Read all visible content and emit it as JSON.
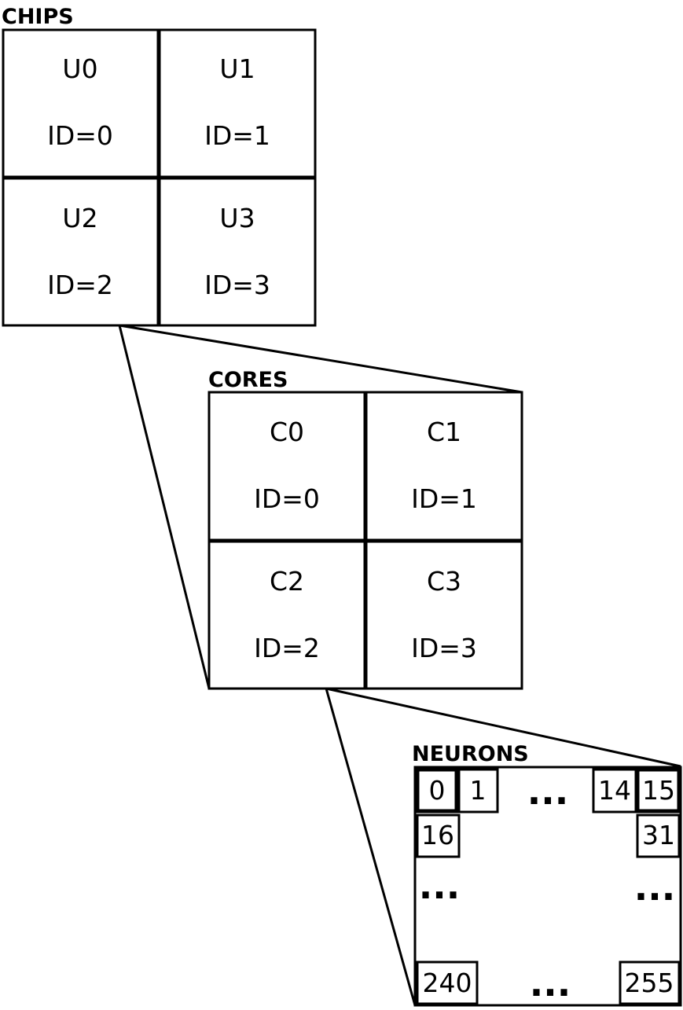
{
  "chips": {
    "label": "CHIPS",
    "cells": [
      {
        "name": "U0",
        "id": "ID=0"
      },
      {
        "name": "U1",
        "id": "ID=1"
      },
      {
        "name": "U2",
        "id": "ID=2"
      },
      {
        "name": "U3",
        "id": "ID=3"
      }
    ]
  },
  "cores": {
    "label": "CORES",
    "cells": [
      {
        "name": "C0",
        "id": "ID=0"
      },
      {
        "name": "C1",
        "id": "ID=1"
      },
      {
        "name": "C2",
        "id": "ID=2"
      },
      {
        "name": "C3",
        "id": "ID=3"
      }
    ]
  },
  "neurons": {
    "label": "NEURONS",
    "top_row": [
      "0",
      "1",
      "14",
      "15"
    ],
    "second_row": [
      "16",
      "31"
    ],
    "bottom_row": [
      "240",
      "255"
    ],
    "ellipsis": "..."
  }
}
